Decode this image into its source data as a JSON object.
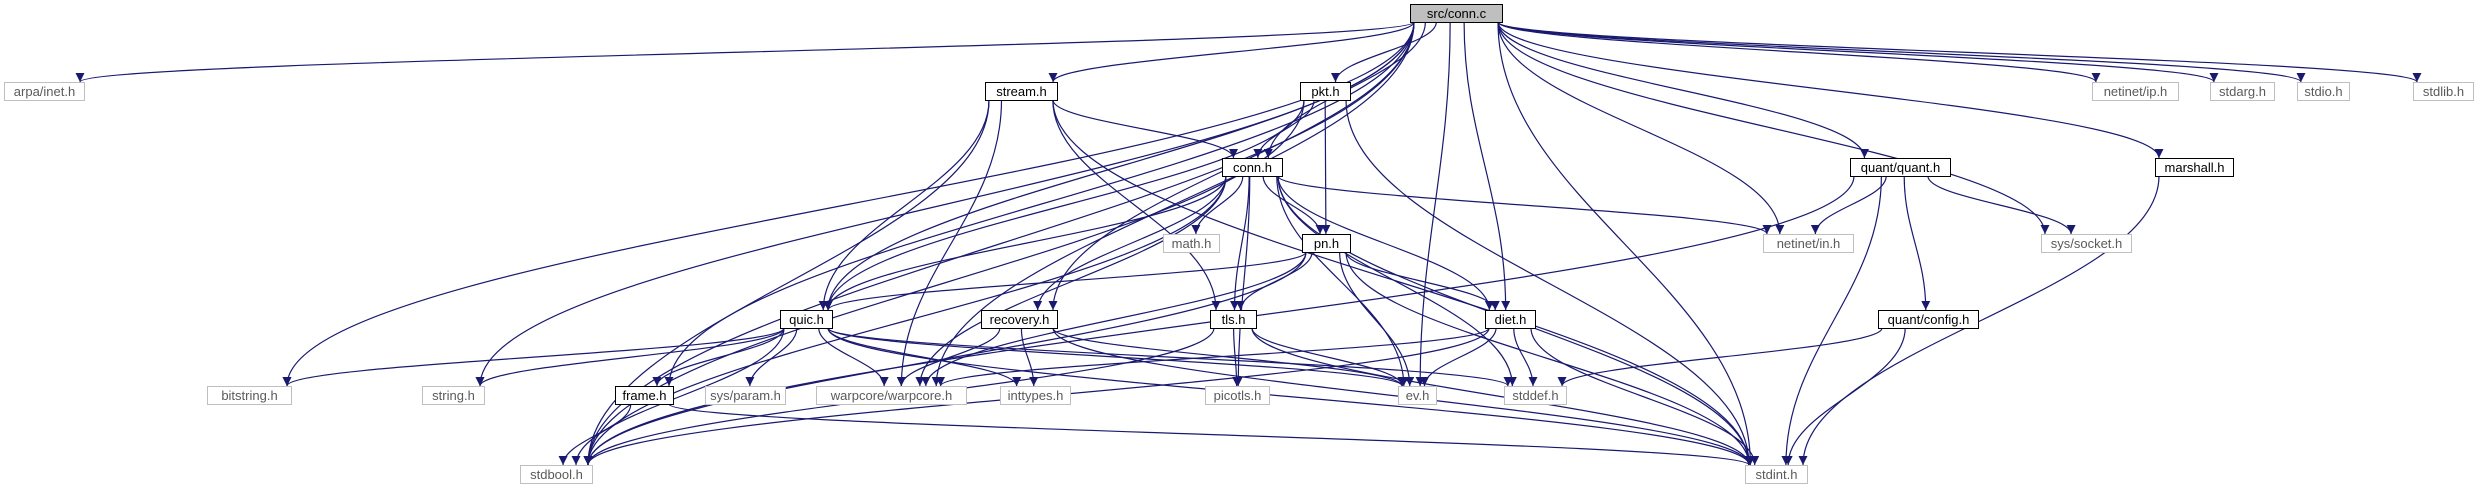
{
  "title": "src/conn.c",
  "colors": {
    "root_fill": "#bfbfbf",
    "root_stroke": "#000000",
    "node_stroke": "#000000",
    "node_fill": "#ffffff",
    "external_stroke": "#bfbfbf",
    "external_text": "#5a5a5a",
    "edge": "#191970"
  },
  "nodes": [
    {
      "id": "conn_c",
      "label": "src/conn.c",
      "kind": "root"
    },
    {
      "id": "arpa_inet_h",
      "label": "arpa/inet.h",
      "kind": "external"
    },
    {
      "id": "bitstring_h",
      "label": "bitstring.h",
      "kind": "external"
    },
    {
      "id": "stdbool_h",
      "label": "stdbool.h",
      "kind": "external"
    },
    {
      "id": "string_h",
      "label": "string.h",
      "kind": "external"
    },
    {
      "id": "stream_h",
      "label": "stream.h",
      "kind": "local"
    },
    {
      "id": "pkt_h",
      "label": "pkt.h",
      "kind": "local"
    },
    {
      "id": "conn_h",
      "label": "conn.h",
      "kind": "local"
    },
    {
      "id": "math_h",
      "label": "math.h",
      "kind": "external"
    },
    {
      "id": "pn_h",
      "label": "pn.h",
      "kind": "local"
    },
    {
      "id": "quic_h",
      "label": "quic.h",
      "kind": "local"
    },
    {
      "id": "recovery_h",
      "label": "recovery.h",
      "kind": "local"
    },
    {
      "id": "tls_h",
      "label": "tls.h",
      "kind": "local"
    },
    {
      "id": "diet_h",
      "label": "diet.h",
      "kind": "local"
    },
    {
      "id": "frame_h",
      "label": "frame.h",
      "kind": "local"
    },
    {
      "id": "sys_param_h",
      "label": "sys/param.h",
      "kind": "external"
    },
    {
      "id": "warpcore_h",
      "label": "warpcore/warpcore.h",
      "kind": "external"
    },
    {
      "id": "inttypes_h",
      "label": "inttypes.h",
      "kind": "external"
    },
    {
      "id": "picotls_h",
      "label": "picotls.h",
      "kind": "external"
    },
    {
      "id": "ev_h",
      "label": "ev.h",
      "kind": "external"
    },
    {
      "id": "stddef_h",
      "label": "stddef.h",
      "kind": "external"
    },
    {
      "id": "stdint_h",
      "label": "stdint.h",
      "kind": "external"
    },
    {
      "id": "netinet_in_h",
      "label": "netinet/in.h",
      "kind": "external"
    },
    {
      "id": "netinet_ip_h",
      "label": "netinet/ip.h",
      "kind": "external"
    },
    {
      "id": "stdarg_h",
      "label": "stdarg.h",
      "kind": "external"
    },
    {
      "id": "stdio_h",
      "label": "stdio.h",
      "kind": "external"
    },
    {
      "id": "stdlib_h",
      "label": "stdlib.h",
      "kind": "external"
    },
    {
      "id": "quant_h",
      "label": "quant/quant.h",
      "kind": "local"
    },
    {
      "id": "marshall_h",
      "label": "marshall.h",
      "kind": "local"
    },
    {
      "id": "sys_socket_h",
      "label": "sys/socket.h",
      "kind": "external"
    },
    {
      "id": "config_h",
      "label": "quant/config.h",
      "kind": "local"
    }
  ],
  "edges": [
    [
      "conn_c",
      "arpa_inet_h"
    ],
    [
      "conn_c",
      "bitstring_h"
    ],
    [
      "conn_c",
      "stdbool_h"
    ],
    [
      "conn_c",
      "string_h"
    ],
    [
      "conn_c",
      "stream_h"
    ],
    [
      "conn_c",
      "pkt_h"
    ],
    [
      "conn_c",
      "conn_h"
    ],
    [
      "conn_c",
      "quic_h"
    ],
    [
      "conn_c",
      "recovery_h"
    ],
    [
      "conn_c",
      "frame_h"
    ],
    [
      "conn_c",
      "warpcore_h"
    ],
    [
      "conn_c",
      "ev_h"
    ],
    [
      "conn_c",
      "diet_h"
    ],
    [
      "conn_c",
      "netinet_in_h"
    ],
    [
      "conn_c",
      "netinet_ip_h"
    ],
    [
      "conn_c",
      "stdarg_h"
    ],
    [
      "conn_c",
      "stdio_h"
    ],
    [
      "conn_c",
      "stdlib_h"
    ],
    [
      "conn_c",
      "quant_h"
    ],
    [
      "conn_c",
      "marshall_h"
    ],
    [
      "conn_c",
      "sys_socket_h"
    ],
    [
      "conn_c",
      "stdint_h"
    ],
    [
      "stream_h",
      "conn_h"
    ],
    [
      "stream_h",
      "quic_h"
    ],
    [
      "stream_h",
      "warpcore_h"
    ],
    [
      "stream_h",
      "tls_h"
    ],
    [
      "stream_h",
      "stdint_h"
    ],
    [
      "stream_h",
      "stdbool_h"
    ],
    [
      "pkt_h",
      "conn_h"
    ],
    [
      "pkt_h",
      "pn_h"
    ],
    [
      "pkt_h",
      "quic_h"
    ],
    [
      "pkt_h",
      "stdint_h"
    ],
    [
      "pkt_h",
      "stdbool_h"
    ],
    [
      "conn_h",
      "math_h"
    ],
    [
      "conn_h",
      "pn_h"
    ],
    [
      "conn_h",
      "quic_h"
    ],
    [
      "conn_h",
      "recovery_h"
    ],
    [
      "conn_h",
      "tls_h"
    ],
    [
      "conn_h",
      "diet_h"
    ],
    [
      "conn_h",
      "netinet_in_h"
    ],
    [
      "conn_h",
      "warpcore_h"
    ],
    [
      "conn_h",
      "picotls_h"
    ],
    [
      "conn_h",
      "ev_h"
    ],
    [
      "conn_h",
      "stddef_h"
    ],
    [
      "conn_h",
      "stdint_h"
    ],
    [
      "conn_h",
      "stdbool_h"
    ],
    [
      "pn_h",
      "quic_h"
    ],
    [
      "pn_h",
      "tls_h"
    ],
    [
      "pn_h",
      "diet_h"
    ],
    [
      "pn_h",
      "warpcore_h"
    ],
    [
      "pn_h",
      "ev_h"
    ],
    [
      "pn_h",
      "stdint_h"
    ],
    [
      "pn_h",
      "stdbool_h"
    ],
    [
      "quic_h",
      "bitstring_h"
    ],
    [
      "quic_h",
      "string_h"
    ],
    [
      "quic_h",
      "frame_h"
    ],
    [
      "quic_h",
      "sys_param_h"
    ],
    [
      "quic_h",
      "warpcore_h"
    ],
    [
      "quic_h",
      "inttypes_h"
    ],
    [
      "quic_h",
      "ev_h"
    ],
    [
      "quic_h",
      "stddef_h"
    ],
    [
      "quic_h",
      "stdint_h"
    ],
    [
      "quic_h",
      "stdbool_h"
    ],
    [
      "recovery_h",
      "warpcore_h"
    ],
    [
      "recovery_h",
      "inttypes_h"
    ],
    [
      "recovery_h",
      "ev_h"
    ],
    [
      "recovery_h",
      "stdint_h"
    ],
    [
      "tls_h",
      "picotls_h"
    ],
    [
      "tls_h",
      "ev_h"
    ],
    [
      "tls_h",
      "stdint_h"
    ],
    [
      "tls_h",
      "stdbool_h"
    ],
    [
      "diet_h",
      "warpcore_h"
    ],
    [
      "diet_h",
      "ev_h"
    ],
    [
      "diet_h",
      "stddef_h"
    ],
    [
      "diet_h",
      "stdint_h"
    ],
    [
      "diet_h",
      "stdbool_h"
    ],
    [
      "frame_h",
      "stdbool_h"
    ],
    [
      "frame_h",
      "stdint_h"
    ],
    [
      "quant_h",
      "netinet_in_h"
    ],
    [
      "quant_h",
      "sys_socket_h"
    ],
    [
      "quant_h",
      "config_h"
    ],
    [
      "quant_h",
      "stdint_h"
    ],
    [
      "quant_h",
      "stdbool_h"
    ],
    [
      "config_h",
      "stddef_h"
    ],
    [
      "config_h",
      "stdint_h"
    ],
    [
      "marshall_h",
      "stdint_h"
    ]
  ]
}
